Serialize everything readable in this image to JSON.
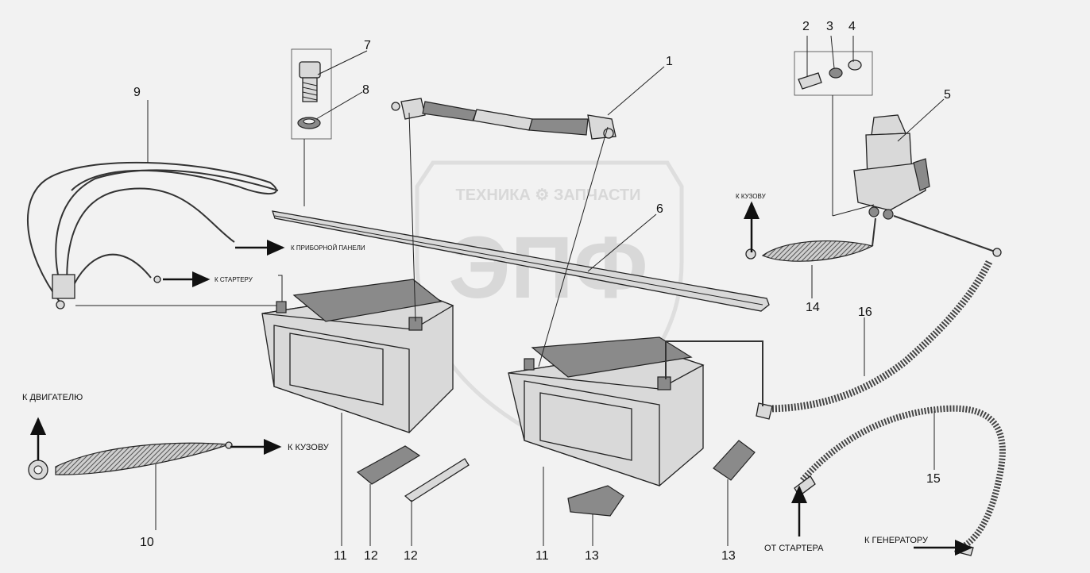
{
  "watermark": {
    "brand_line": "ТЕХНИКА ⚙ ЗАПЧАСТИ",
    "logo_text": "ЭПФ"
  },
  "labels": {
    "k_pribornoy_paneli": "К ПРИБОРНОЙ ПАНЕЛИ",
    "k_starteru": "К СТАРТЕРУ",
    "k_kuzovu_top": "К КУЗОВУ",
    "k_dvigatelyu": "К ДВИГАТЕЛЮ",
    "k_kuzovu_bottom": "К КУЗОВУ",
    "ot_startera": "ОТ СТАРТЕРА",
    "k_generatoru": "К ГЕНЕРАТОРУ"
  },
  "callouts": {
    "n1": "1",
    "n2": "2",
    "n3": "3",
    "n4": "4",
    "n5": "5",
    "n6": "6",
    "n7": "7",
    "n8": "8",
    "n9": "9",
    "n10": "10",
    "n11a": "11",
    "n11b": "11",
    "n12a": "12",
    "n12b": "12",
    "n13a": "13",
    "n13b": "13",
    "n14": "14",
    "n15": "15",
    "n16": "16"
  }
}
